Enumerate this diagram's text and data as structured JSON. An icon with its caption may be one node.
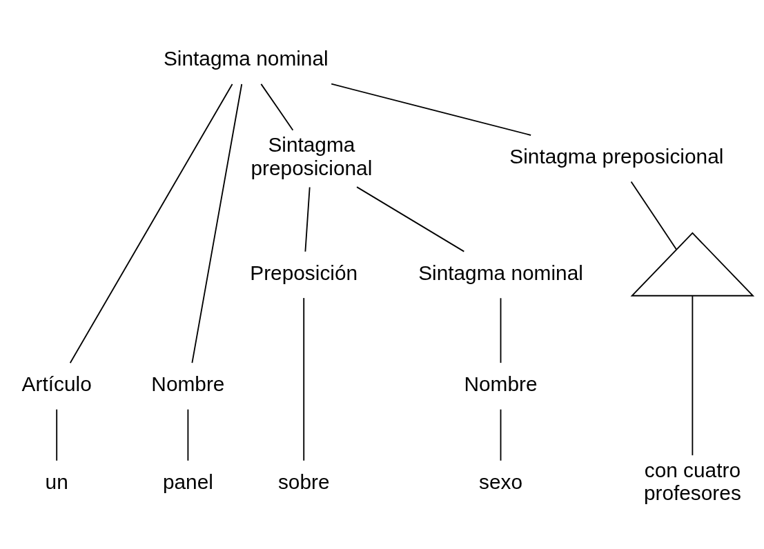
{
  "diagram": {
    "nodes": [
      {
        "text": [
          "Sintagma nominal"
        ]
      },
      {
        "text": [
          "Artículo"
        ]
      },
      {
        "text": [
          "Nombre"
        ]
      },
      {
        "text": [
          "Sintagma preposicional"
        ]
      },
      {
        "text": [
          "Preposición"
        ]
      },
      {
        "text": [
          "Sintagma nominal"
        ]
      },
      {
        "text": [
          "Nombre"
        ]
      },
      {
        "text": [
          "Sintagma preposicional"
        ]
      },
      {
        "text": [],
        "shape": "triangle"
      },
      {
        "text": [
          "un"
        ]
      },
      {
        "text": [
          "panel"
        ]
      },
      {
        "text": [
          "sobre"
        ]
      },
      {
        "text": [
          "sexo"
        ]
      },
      {
        "text": [
          "con cuatro profesores"
        ]
      }
    ],
    "edges": [
      {
        "from": 0,
        "to": 1,
        "arrow": "none"
      },
      {
        "from": 0,
        "to": 2,
        "arrow": "none"
      },
      {
        "from": 0,
        "to": 3,
        "arrow": "none"
      },
      {
        "from": 0,
        "to": 7,
        "arrow": "none"
      },
      {
        "from": 3,
        "to": 4,
        "arrow": "none"
      },
      {
        "from": 3,
        "to": 5,
        "arrow": "none"
      },
      {
        "from": 1,
        "to": 9,
        "arrow": "none"
      },
      {
        "from": 2,
        "to": 10,
        "arrow": "none"
      },
      {
        "from": 4,
        "to": 11,
        "arrow": "none"
      },
      {
        "from": 5,
        "to": 6,
        "arrow": "none"
      },
      {
        "from": 6,
        "to": 12,
        "arrow": "none"
      },
      {
        "from": 7,
        "to": 8,
        "arrow": "none"
      },
      {
        "from": 8,
        "to": 13,
        "arrow": "none"
      }
    ]
  }
}
